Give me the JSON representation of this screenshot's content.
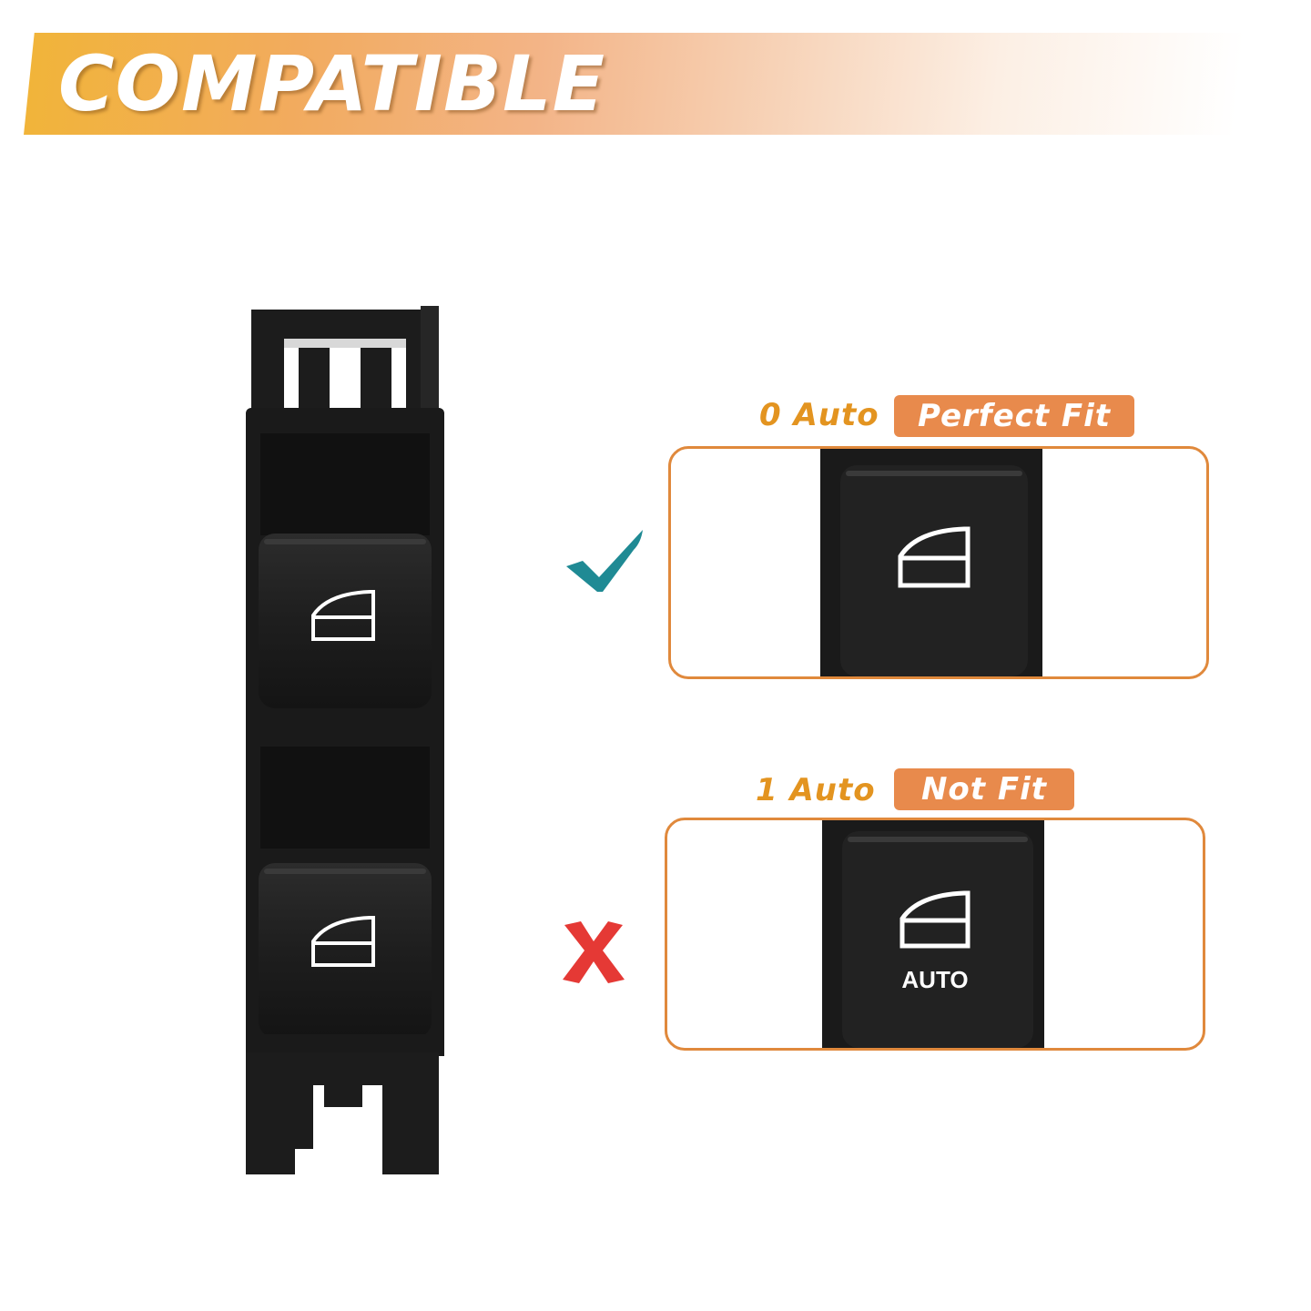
{
  "banner": {
    "title": "COMPATIBLE"
  },
  "product": {
    "icon": "window-switch-icon",
    "button_icon": "car-door-window-icon"
  },
  "options": [
    {
      "caption": "0 Auto",
      "badge": "Perfect Fit",
      "marker": "check-icon",
      "marker_color": "#1f8a94"
    },
    {
      "caption": "1 Auto",
      "badge": "Not Fit",
      "marker": "cross-icon",
      "marker_color": "#e53935",
      "button_text": "AUTO"
    }
  ],
  "colors": {
    "accent_orange": "#e88a4c",
    "caption_orange": "#e39420",
    "frame_orange": "#e0893c",
    "banner_yellow": "#f1b43a",
    "switch_black": "#1c1c1c"
  }
}
